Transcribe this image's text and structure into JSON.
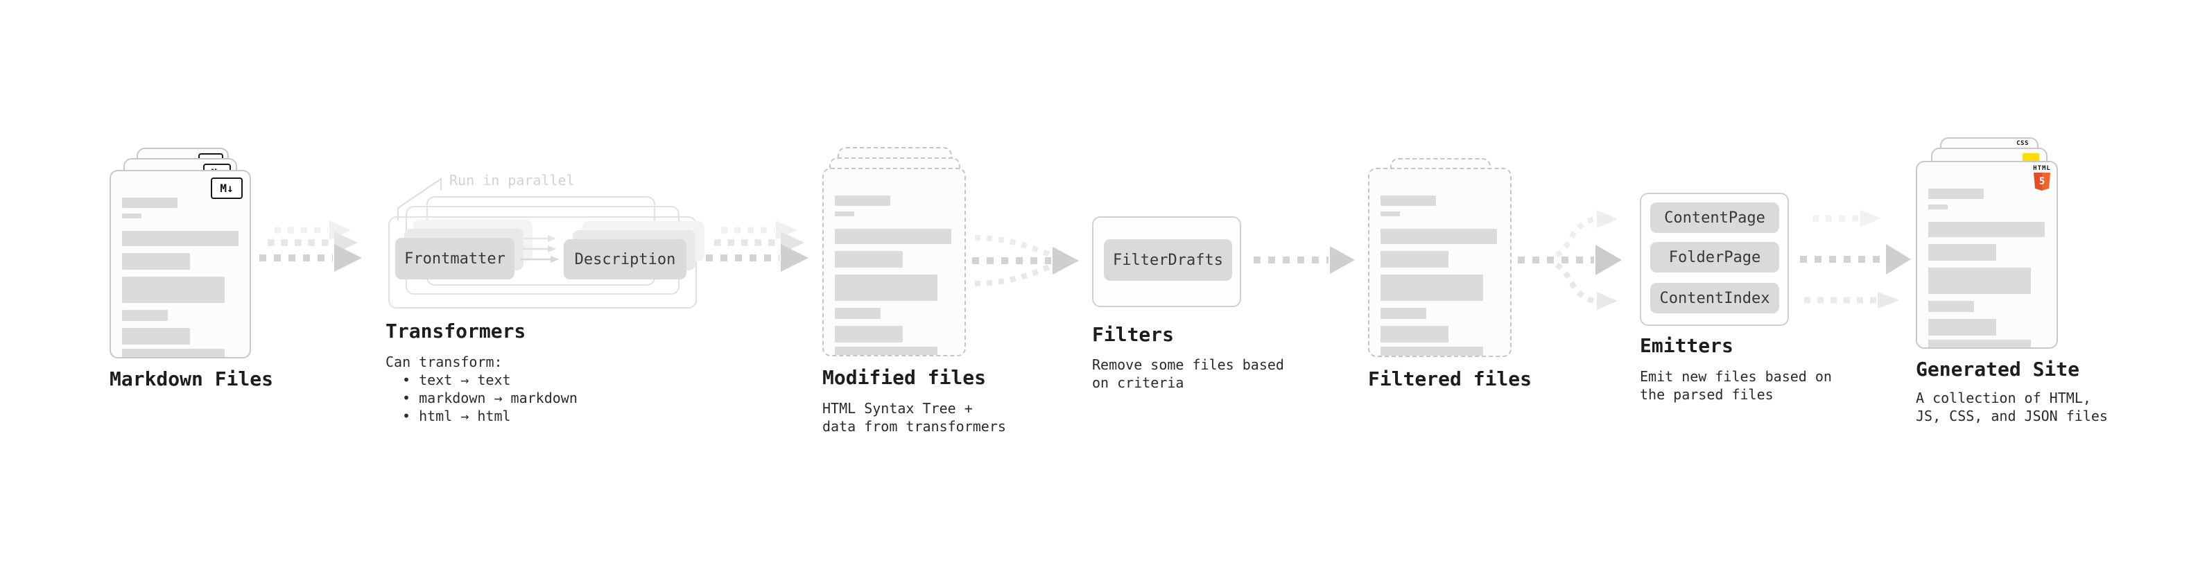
{
  "diagram": {
    "markdown_files": {
      "label": "Markdown Files",
      "badge": "M↓"
    },
    "transformers": {
      "label": "Transformers",
      "parallel_note": "Run in parallel",
      "input_pill": "Frontmatter",
      "output_pill": "Description",
      "desc_title": "Can transform:",
      "bullets": [
        "• text → text",
        "• markdown → markdown",
        "• html → html"
      ]
    },
    "modified_files": {
      "label": "Modified files",
      "desc": [
        "HTML Syntax Tree +",
        "data from transformers"
      ]
    },
    "filters": {
      "label": "Filters",
      "pill": "FilterDrafts",
      "desc": [
        "Remove some files based",
        "on criteria"
      ]
    },
    "filtered_files": {
      "label": "Filtered files"
    },
    "emitters": {
      "label": "Emitters",
      "pills": [
        "ContentPage",
        "FolderPage",
        "ContentIndex"
      ],
      "desc": [
        "Emit new files based on",
        "the parsed files"
      ]
    },
    "generated_site": {
      "label": "Generated Site",
      "desc": [
        "A collection of HTML,",
        "JS, CSS, and JSON files"
      ],
      "badges": {
        "css": "CSS",
        "html_label": "HTML",
        "html_number": "5"
      }
    },
    "colors": {
      "html5_orange": "#e44d26",
      "js_yellow": "#ffdd00",
      "css_blue": "#2965f1"
    }
  }
}
